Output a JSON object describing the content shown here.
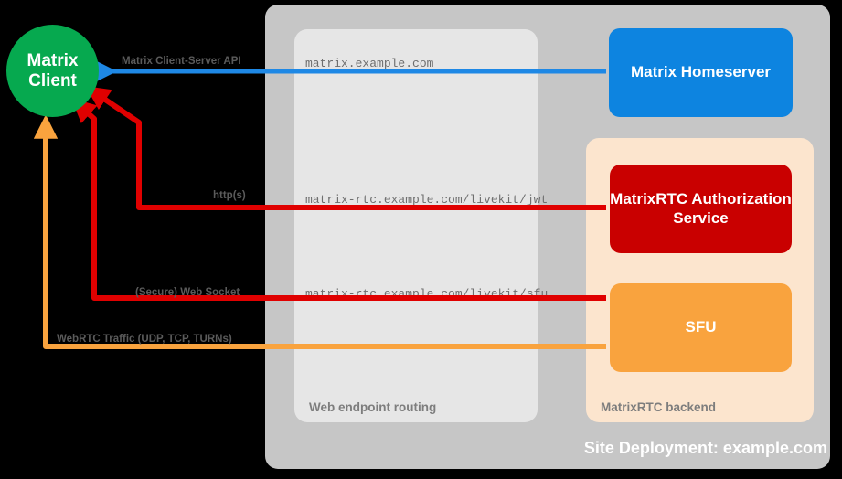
{
  "diagram": {
    "title": "Site Deployment: example.com",
    "nodes": {
      "client": {
        "line1": "Matrix",
        "line2": "Client",
        "color": "#06a94f"
      },
      "homeserver": {
        "label": "Matrix Homeserver",
        "color": "#0d84e0"
      },
      "auth_service": {
        "label": "MatrixRTC Authorization Service",
        "color": "#c90000"
      },
      "sfu": {
        "label": "SFU",
        "color": "#f9a33e"
      }
    },
    "containers": {
      "site": {
        "label": "Site Deployment: example.com",
        "color": "#c6c6c6"
      },
      "routing": {
        "label": "Web endpoint routing",
        "color": "#e6e6e6"
      },
      "backend": {
        "label": "MatrixRTC backend",
        "color": "#fce5ce"
      }
    },
    "endpoints": [
      "matrix.example.com",
      "matrix-rtc.example.com/livekit/jwt",
      "matrix-rtc.example.com/livekit/sfu"
    ],
    "flows": [
      {
        "label": "Matrix Client-Server API",
        "color": "#1e88e5"
      },
      {
        "label": "http(s)",
        "color": "#e00000"
      },
      {
        "label": "(Secure) Web Socket",
        "color": "#e00000"
      },
      {
        "label": "WebRTC Traffic (UDP, TCP, TURNs)",
        "color": "#f9a33e"
      }
    ]
  }
}
